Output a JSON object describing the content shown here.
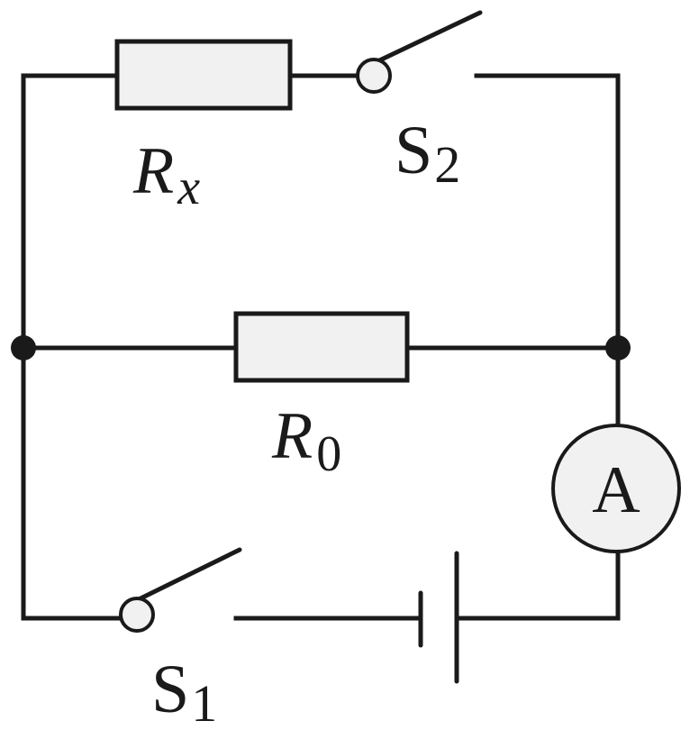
{
  "diagram": {
    "labels": {
      "rx_main": "R",
      "rx_sub": "x",
      "r0_main": "R",
      "r0_sub": "0",
      "s2_main": "S",
      "s2_sub": "2",
      "s1_main": "S",
      "s1_sub": "1",
      "ammeter": "A"
    },
    "colors": {
      "wire": "#1a1a1a",
      "component_fill": "#f1f1f1"
    },
    "components": {
      "resistor_rx": "resistor",
      "resistor_r0": "resistor",
      "switch_s1": "open",
      "switch_s2": "open",
      "ammeter": "ammeter",
      "battery": "battery-cell"
    }
  }
}
